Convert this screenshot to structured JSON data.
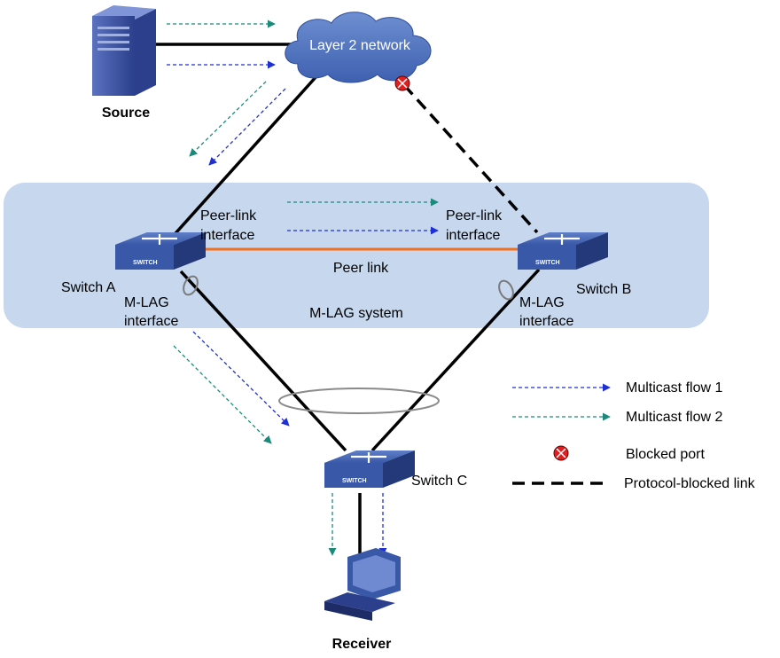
{
  "colors": {
    "flow1": "#1f2fd6",
    "flow2": "#1c8a7a",
    "peer_link": "#f07020",
    "mlag_box": "#c6d7ee",
    "switch_blue": "#3a58a8",
    "cloud_blue": "#4468b8",
    "blocked_red": "#e02020",
    "link": "#000000"
  },
  "nodes": {
    "source": "Source",
    "layer2": "Layer 2 network",
    "switch_a": "Switch A",
    "switch_b": "Switch B",
    "switch_c": "Switch C",
    "receiver": "Receiver",
    "switch_badge": "SWITCH"
  },
  "labels": {
    "peer_link_if_a": [
      "Peer-link",
      "interface"
    ],
    "peer_link_if_b": [
      "Peer-link",
      "interface"
    ],
    "peer_link": "Peer link",
    "mlag_if_a": [
      "M-LAG",
      "interface"
    ],
    "mlag_if_b": [
      "M-LAG",
      "interface"
    ],
    "mlag_system": "M-LAG system"
  },
  "legend": {
    "flow1": "Multicast  flow 1",
    "flow2": "Multicast flow 2",
    "blocked_port": "Blocked port",
    "protocol_blocked": "Protocol-blocked link"
  }
}
